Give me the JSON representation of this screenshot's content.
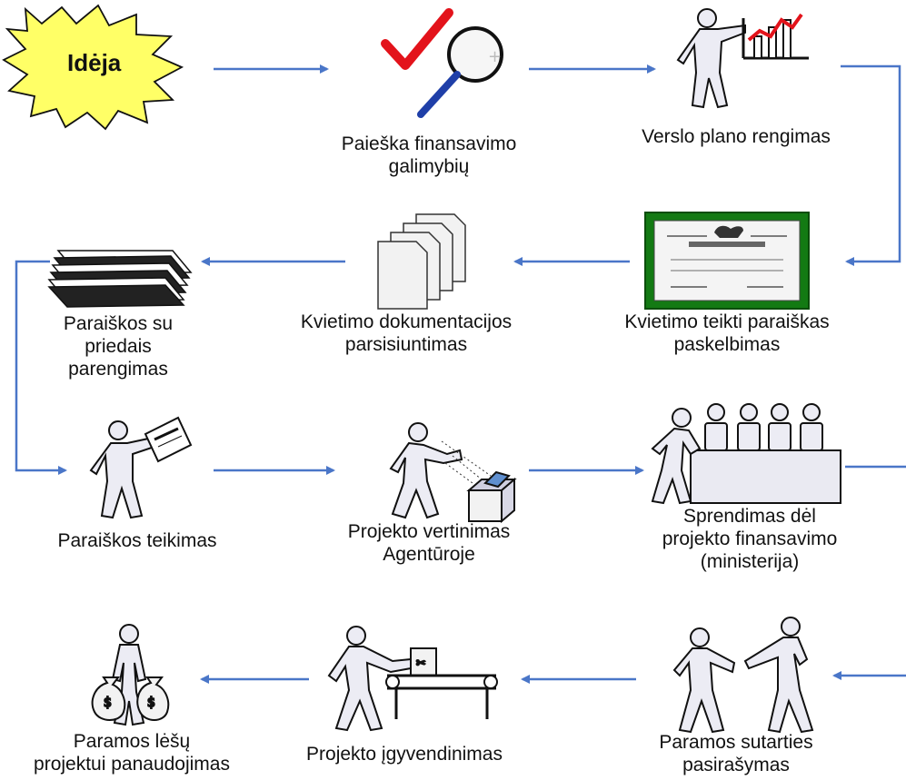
{
  "start": {
    "label": "Idėja"
  },
  "steps": [
    {
      "id": "s1",
      "lines": [
        "Paieška finansavimo",
        "galimybių"
      ]
    },
    {
      "id": "s2",
      "lines": [
        "Verslo plano rengimas"
      ]
    },
    {
      "id": "s3",
      "lines": [
        "Kvietimo teikti paraiškas",
        "paskelbimas"
      ]
    },
    {
      "id": "s4",
      "lines": [
        "Kvietimo dokumentacijos",
        "parsisiuntimas"
      ]
    },
    {
      "id": "s5",
      "lines": [
        "Paraiškos su",
        "priedais",
        "parengimas"
      ]
    },
    {
      "id": "s6",
      "lines": [
        "Paraiškos teikimas"
      ]
    },
    {
      "id": "s7",
      "lines": [
        "Projekto vertinimas",
        "Agentūroje"
      ]
    },
    {
      "id": "s8",
      "lines": [
        "Sprendimas dėl",
        "projekto finansavimo",
        "(ministerija)"
      ]
    },
    {
      "id": "s9",
      "lines": [
        "Paramos sutarties",
        "pasirašymas"
      ]
    },
    {
      "id": "s10",
      "lines": [
        "Projekto įgyvendinimas"
      ]
    },
    {
      "id": "s11",
      "lines": [
        "Paramos lėšų",
        "projektui panaudojimas"
      ]
    }
  ],
  "colors": {
    "arrow": "#4a76c8",
    "star_fill": "#ffff66",
    "check": "#e3131b",
    "certificate_border": "#137a13"
  }
}
